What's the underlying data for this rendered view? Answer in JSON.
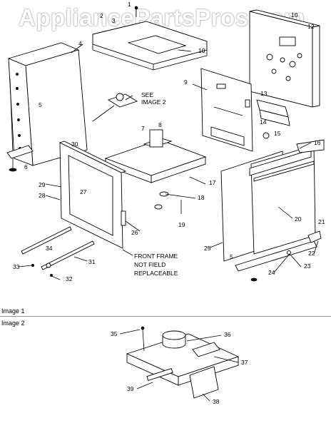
{
  "watermark": "AppliancePartsPros.com",
  "note_see": [
    "SEE",
    "IMAGE 2"
  ],
  "note_frame": [
    "FRONT FRAME",
    "NOT FIELD",
    "REPLACEABLE"
  ],
  "image1_label": "Image 1",
  "image2_label": "Image 2",
  "callouts_image1": [
    "1",
    "2",
    "3",
    "4",
    "5",
    "6",
    "7",
    "8",
    "9",
    "10",
    "10",
    "12",
    "13",
    "14",
    "15",
    "16",
    "17",
    "18",
    "19",
    "20",
    "21",
    "22",
    "23",
    "24",
    "25",
    "26",
    "27",
    "28",
    "29",
    "30",
    "31",
    "32",
    "33",
    "34",
    "5"
  ],
  "callouts_image2": [
    "35",
    "36",
    "37",
    "38",
    "39"
  ]
}
